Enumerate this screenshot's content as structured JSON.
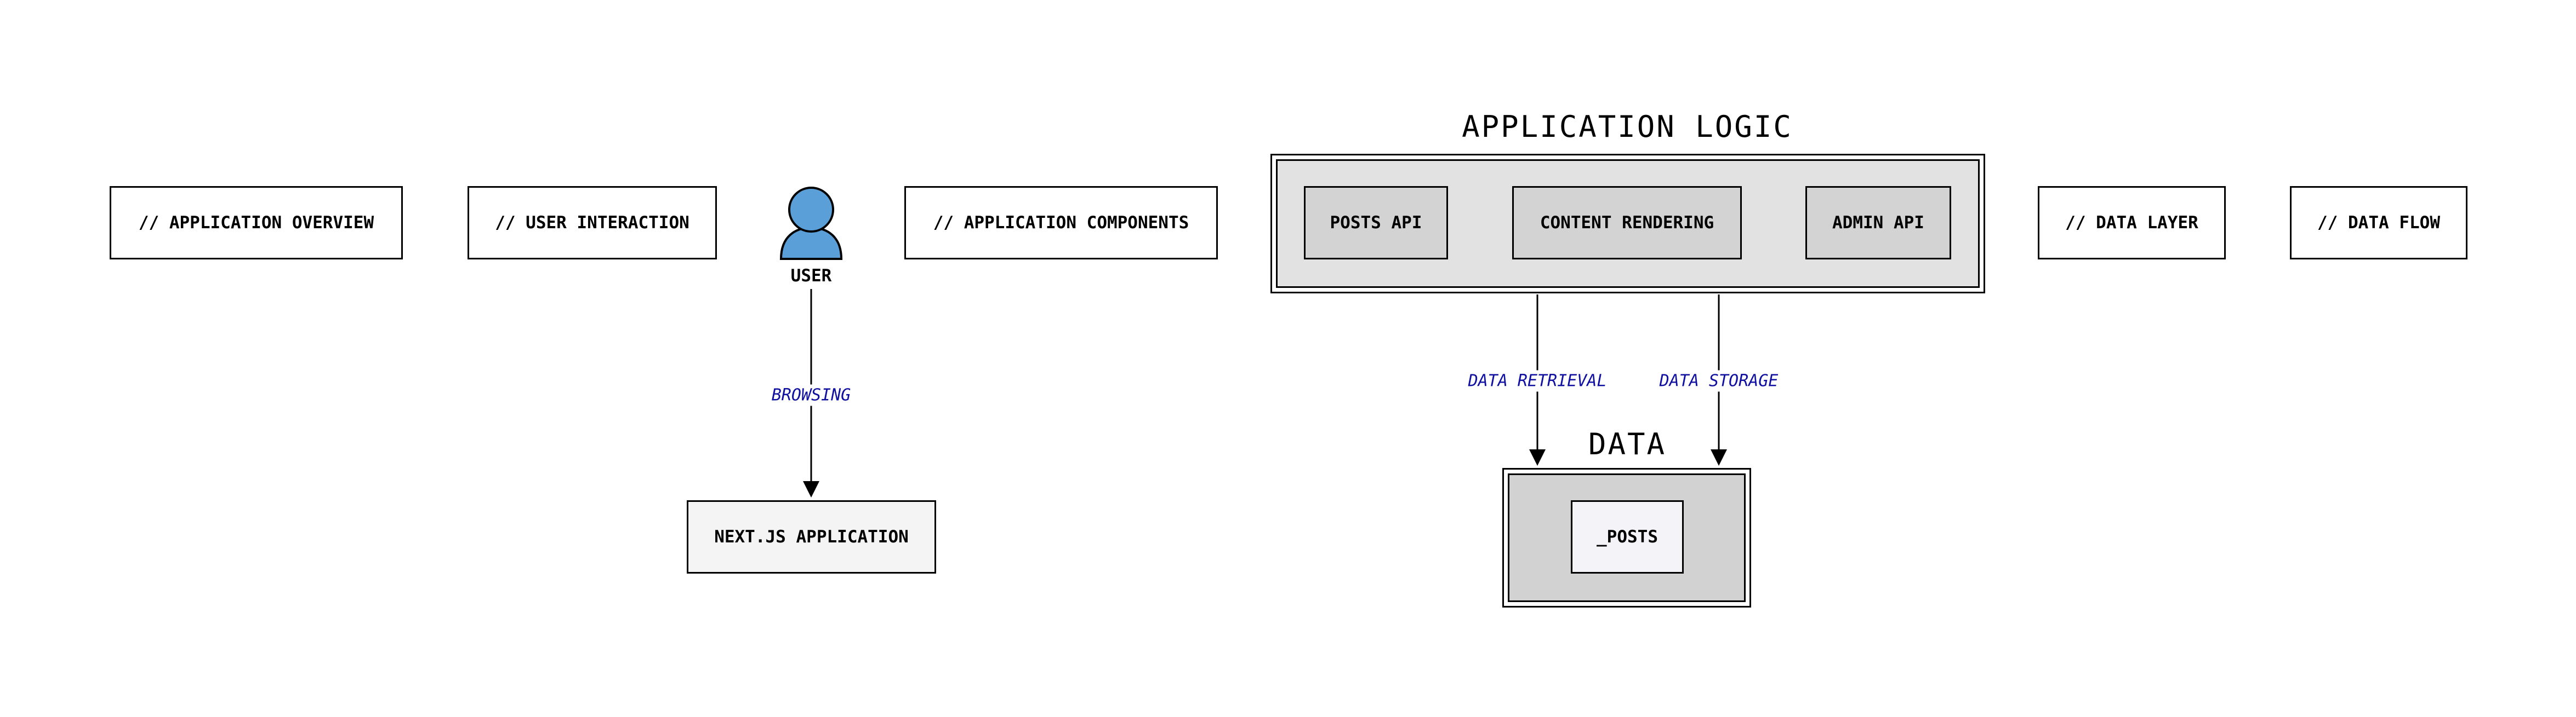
{
  "sections": {
    "overview": "// APPLICATION OVERVIEW",
    "interaction": "// USER INTERACTION",
    "components": "// APPLICATION COMPONENTS",
    "data_layer": "// DATA LAYER",
    "data_flow": "// DATA FLOW"
  },
  "actor": {
    "label": "USER",
    "color": "#5a9fd8"
  },
  "nodes": {
    "nextjs": "NEXT.JS APPLICATION",
    "posts_api": "POSTS API",
    "content_rendering": "CONTENT RENDERING",
    "admin_api": "ADMIN API",
    "posts": "_POSTS"
  },
  "groups": {
    "logic": "APPLICATION LOGIC",
    "data": "DATA"
  },
  "edges": {
    "browsing": "BROWSING",
    "retrieval": "DATA RETRIEVAL",
    "storage": "DATA STORAGE"
  },
  "colors": {
    "edge_label": "#0f0fa0"
  }
}
